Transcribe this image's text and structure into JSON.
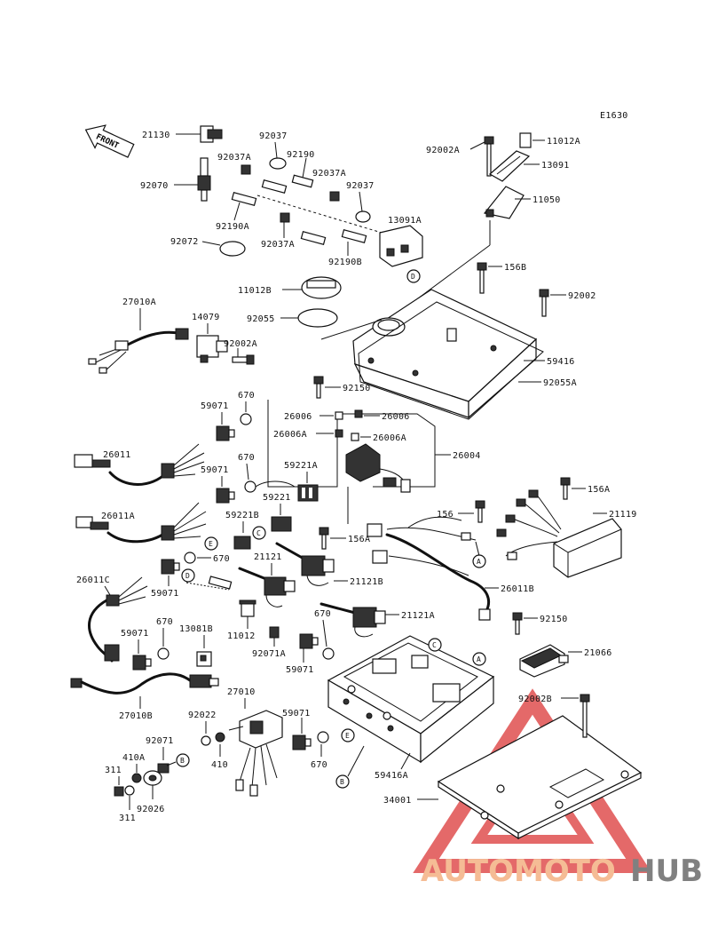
{
  "diagram_code": "E1630",
  "front_label": "FRONT",
  "watermark": {
    "text_a": "AUTOMOTO",
    "text_b": "HUB",
    "color_a": "#f4b183",
    "color_b": "#6b6b6b",
    "logo_color": "#e05050"
  },
  "parts": {
    "p21130": "21130",
    "p92070": "92070",
    "p92037_top": "92037",
    "p92037a_1": "92037A",
    "p92190": "92190",
    "p92037a_2": "92037A",
    "p92037_2": "92037",
    "p92190a": "92190A",
    "p92072": "92072",
    "p92037a_3": "92037A",
    "p13091a": "13091A",
    "p92190b": "92190B",
    "p92002a_top": "92002A",
    "p11012a": "11012A",
    "p13091": "13091",
    "p11050": "11050",
    "p156b": "156B",
    "p92002": "92002",
    "p11012b": "11012B",
    "p92055": "92055",
    "p27010a": "27010A",
    "p14079": "14079",
    "p92002a_2": "92002A",
    "p59416": "59416",
    "p92055a": "92055A",
    "p92150_top": "92150",
    "p670_1": "670",
    "p59071_1": "59071",
    "p26006_l": "26006",
    "p26006_r": "26006",
    "p26006a_l": "26006A",
    "p26006a_r": "26006A",
    "p26004": "26004",
    "p26011": "26011",
    "p670_2": "670",
    "p59071_2": "59071",
    "p59221a": "59221A",
    "p59221": "59221",
    "p156": "156",
    "p156a_r": "156A",
    "p21119": "21119",
    "p26011a": "26011A",
    "p59221b": "59221B",
    "p156a_m": "156A",
    "p670_3": "670",
    "p21121": "21121",
    "p21121b": "21121B",
    "p26011c": "26011C",
    "p59071_3": "59071",
    "p26011b": "26011B",
    "p670_4": "670",
    "p21121a": "21121A",
    "p92150_r": "92150",
    "p59071_4": "59071",
    "p670_5": "670",
    "p13081b": "13081B",
    "p11012": "11012",
    "p92071a": "92071A",
    "p59071_5": "59071",
    "p21066": "21066",
    "p27010b": "27010B",
    "p27010": "27010",
    "p92022": "92022",
    "p92002b": "92002B",
    "p92071": "92071",
    "p410a": "410A",
    "p59071_6": "59071",
    "p670_6": "670",
    "p410": "410",
    "p311_1": "311",
    "p311_2": "311",
    "p92026": "92026",
    "p59416a": "59416A",
    "p34001": "34001"
  },
  "callouts": {
    "a": "A",
    "b": "B",
    "c": "C",
    "d": "D",
    "e": "E"
  }
}
